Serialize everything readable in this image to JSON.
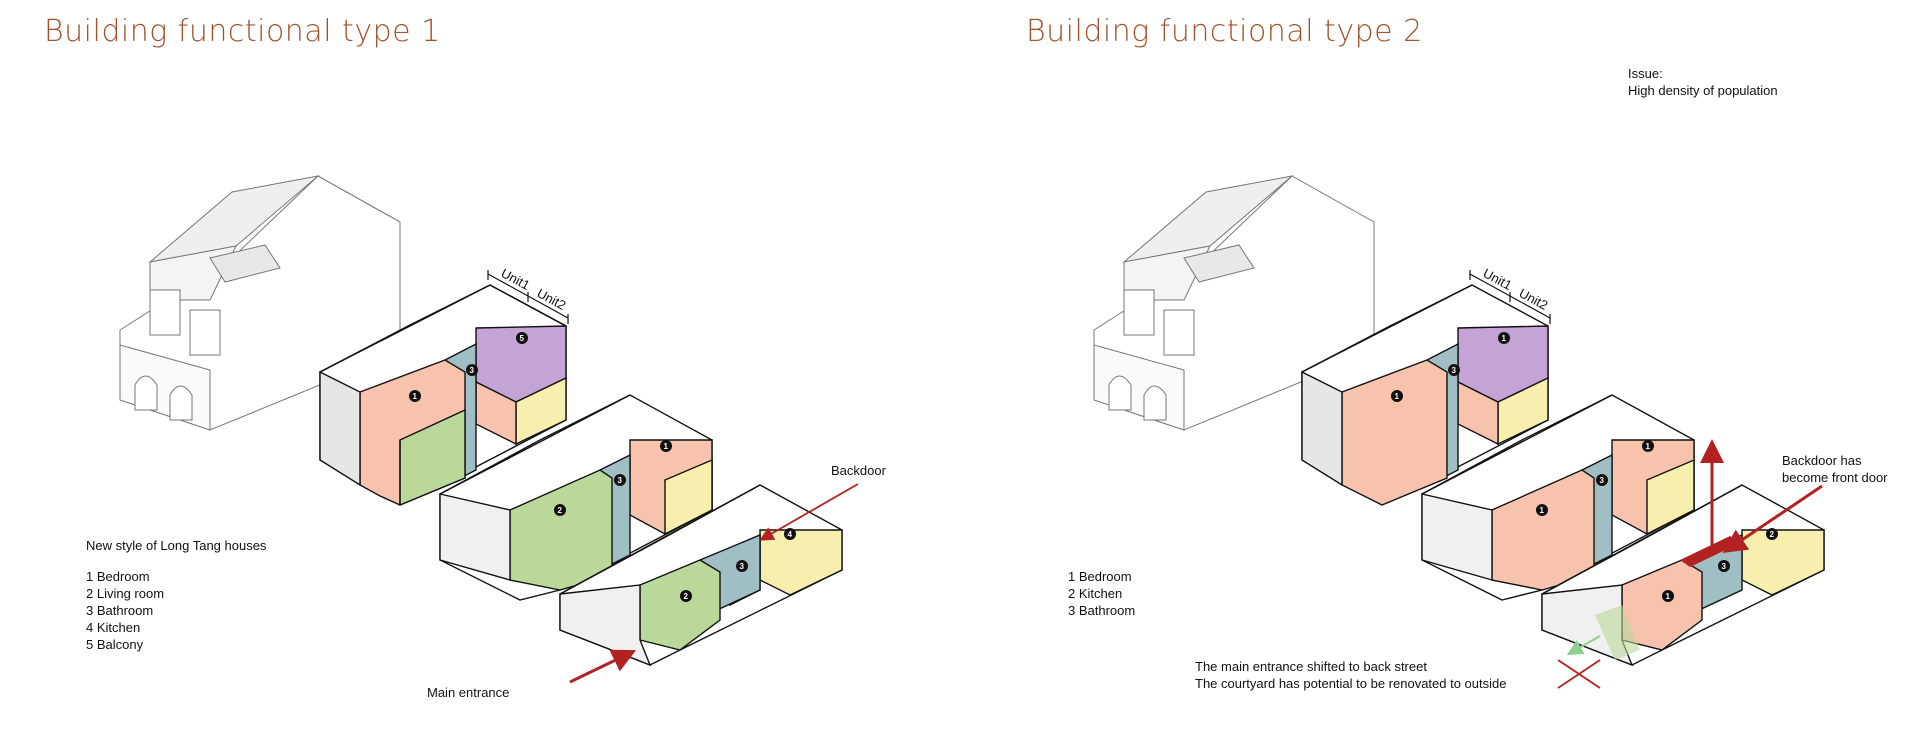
{
  "panel1": {
    "title": "Building functional type 1",
    "unit_labels": [
      "Unit1",
      "Unit2"
    ],
    "caption": "New style of Long Tang houses",
    "legend": [
      "1 Bedroom",
      "2 Living room",
      "3 Bathroom",
      "4 Kitchen",
      "5 Balcony"
    ],
    "backdoor_label": "Backdoor",
    "main_entrance_label": "Main entrance",
    "room_markers": [
      "5",
      "3",
      "1",
      "1",
      "3",
      "2",
      "4",
      "3",
      "2"
    ]
  },
  "panel2": {
    "title": "Building functional type 2",
    "unit_labels": [
      "Unit1",
      "Unit2"
    ],
    "issue_heading": "Issue:",
    "issue_text": "High density of population",
    "legend": [
      "1 Bedroom",
      "2 Kitchen",
      "3 Bathroom"
    ],
    "backdoor_label_line1": "Backdoor has",
    "backdoor_label_line2": "become front door",
    "note_line1": "The main entrance shifted to back street",
    "note_line2": "The courtyard has potential to be renovated to outside",
    "room_markers": [
      "1",
      "3",
      "1",
      "1",
      "3",
      "1",
      "2",
      "3",
      "1"
    ]
  },
  "colors": {
    "title": "#a0522d",
    "bedroom": "#f7c3ad",
    "living": "#b9d89a",
    "bathroom": "#9fbfc4",
    "kitchen": "#f6efad",
    "balcony": "#c4a4d6",
    "arrow": "#b22222",
    "arrow_green": "#8ecf8e"
  }
}
